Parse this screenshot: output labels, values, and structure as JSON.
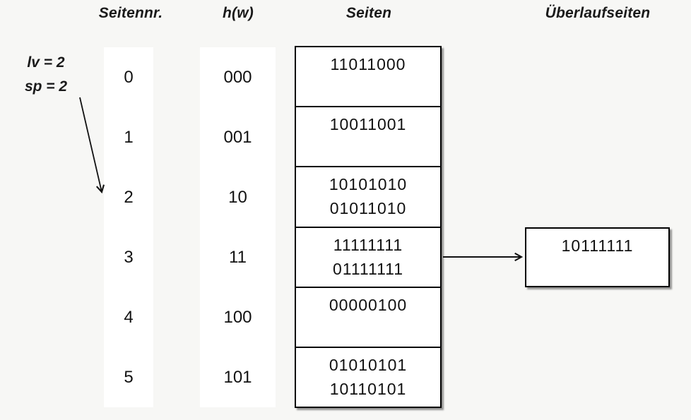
{
  "headers": {
    "page_no": "Seitennr.",
    "hash": "h(w)",
    "pages": "Seiten",
    "overflow": "Überlaufseiten"
  },
  "annotation": {
    "lv": "lv = 2",
    "sp": "sp = 2",
    "arrow_points_to_page": "2"
  },
  "rows": [
    {
      "page_no": "0",
      "hash": "000",
      "entries": [
        "11011000"
      ]
    },
    {
      "page_no": "1",
      "hash": "001",
      "entries": [
        "10011001"
      ]
    },
    {
      "page_no": "2",
      "hash": "10",
      "entries": [
        "10101010",
        "01011010"
      ]
    },
    {
      "page_no": "3",
      "hash": "11",
      "entries": [
        "11111111",
        "01111111"
      ]
    },
    {
      "page_no": "4",
      "hash": "100",
      "entries": [
        "00000100"
      ]
    },
    {
      "page_no": "5",
      "hash": "101",
      "entries": [
        "01010101",
        "10110101"
      ]
    }
  ],
  "overflow_box": {
    "entries": [
      "10111111"
    ],
    "attached_to_page": "3"
  },
  "colors": {
    "background": "#f7f7f5",
    "surface": "#ffffff",
    "border": "#000000",
    "text": "#111111"
  }
}
